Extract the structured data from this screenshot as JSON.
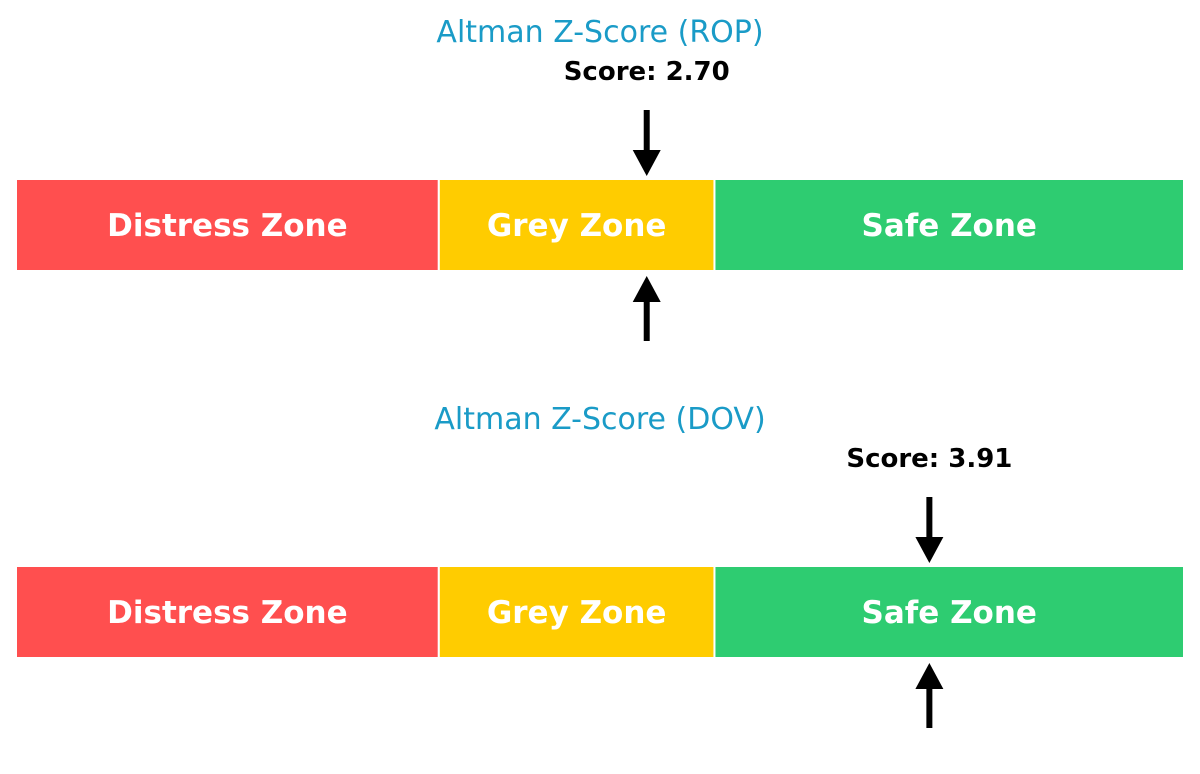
{
  "chart_data": [
    {
      "type": "bar",
      "title": "Altman Z-Score (ROP)",
      "score_text": "Score: 2.70",
      "score": 2.7,
      "xlim": [
        0,
        5.0
      ],
      "zones": [
        {
          "label": "Distress Zone",
          "from": 0,
          "to": 1.81,
          "color": "#ff4f4f"
        },
        {
          "label": "Grey Zone",
          "from": 1.81,
          "to": 2.99,
          "color": "#ffcc00"
        },
        {
          "label": "Safe Zone",
          "from": 2.99,
          "to": 5.0,
          "color": "#2ecc71"
        }
      ]
    },
    {
      "type": "bar",
      "title": "Altman Z-Score (DOV)",
      "score_text": "Score: 3.91",
      "score": 3.91,
      "xlim": [
        0,
        5.0
      ],
      "zones": [
        {
          "label": "Distress Zone",
          "from": 0,
          "to": 1.81,
          "color": "#ff4f4f"
        },
        {
          "label": "Grey Zone",
          "from": 1.81,
          "to": 2.99,
          "color": "#ffcc00"
        },
        {
          "label": "Safe Zone",
          "from": 2.99,
          "to": 5.0,
          "color": "#2ecc71"
        }
      ]
    }
  ]
}
